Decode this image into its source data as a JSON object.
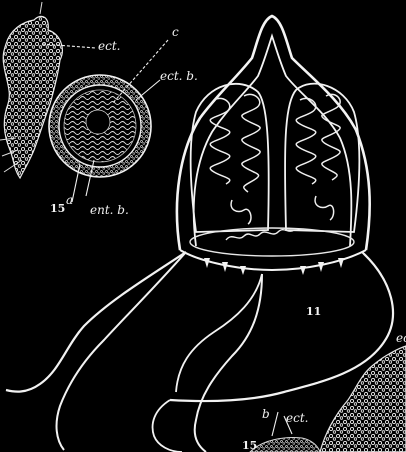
{
  "figure": {
    "numbers": {
      "fig15": "15",
      "fig11": "11",
      "fig15b": "15"
    },
    "labels": {
      "ect_top": "ect.",
      "c": "c",
      "ect_b": "ect. b.",
      "a": "a",
      "ent_b": "ent. b.",
      "b": "b",
      "ect_bottom": "ect.",
      "ec_edge": "ec"
    }
  }
}
